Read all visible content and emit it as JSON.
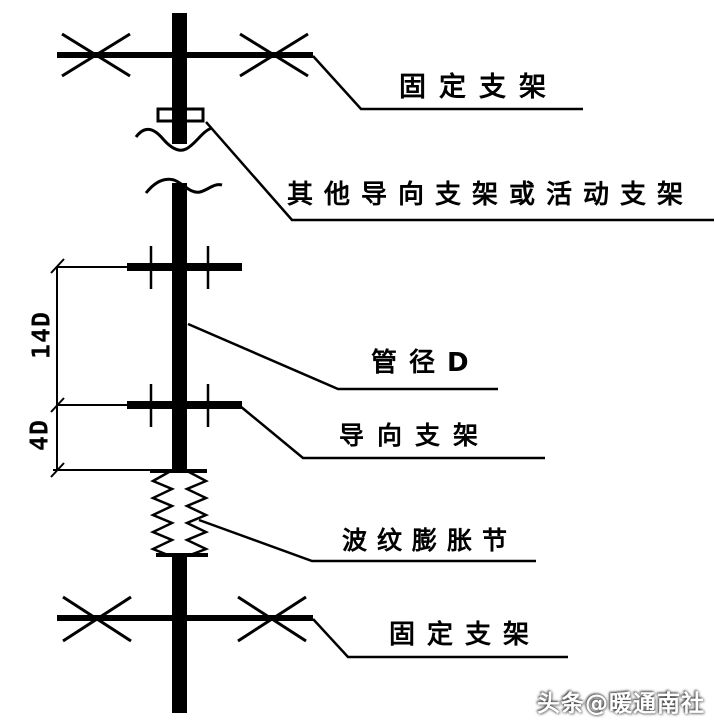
{
  "diagram": {
    "type": "pipe-support-schematic",
    "labels": {
      "fixed_support_top": "固定支架",
      "other_guide_support": "其他导向支架或活动支架",
      "pipe_diameter": "管径D",
      "guide_support": "导向支架",
      "bellows_expansion_joint": "波纹膨胀节",
      "fixed_support_bottom": "固定支架"
    },
    "dimensions": {
      "upper_span": "14D",
      "lower_span": "4D"
    },
    "symbols": {
      "anchor_x": "fixed-anchor-cross",
      "guide_tick": "guide-support-tick",
      "pipe_break": "wavy-break-line",
      "bellows": "zigzag-bellows"
    },
    "colors": {
      "line": "#000000",
      "background": "#ffffff",
      "watermark_text": "#ffffff"
    },
    "watermark": "头条@暖通南社"
  }
}
